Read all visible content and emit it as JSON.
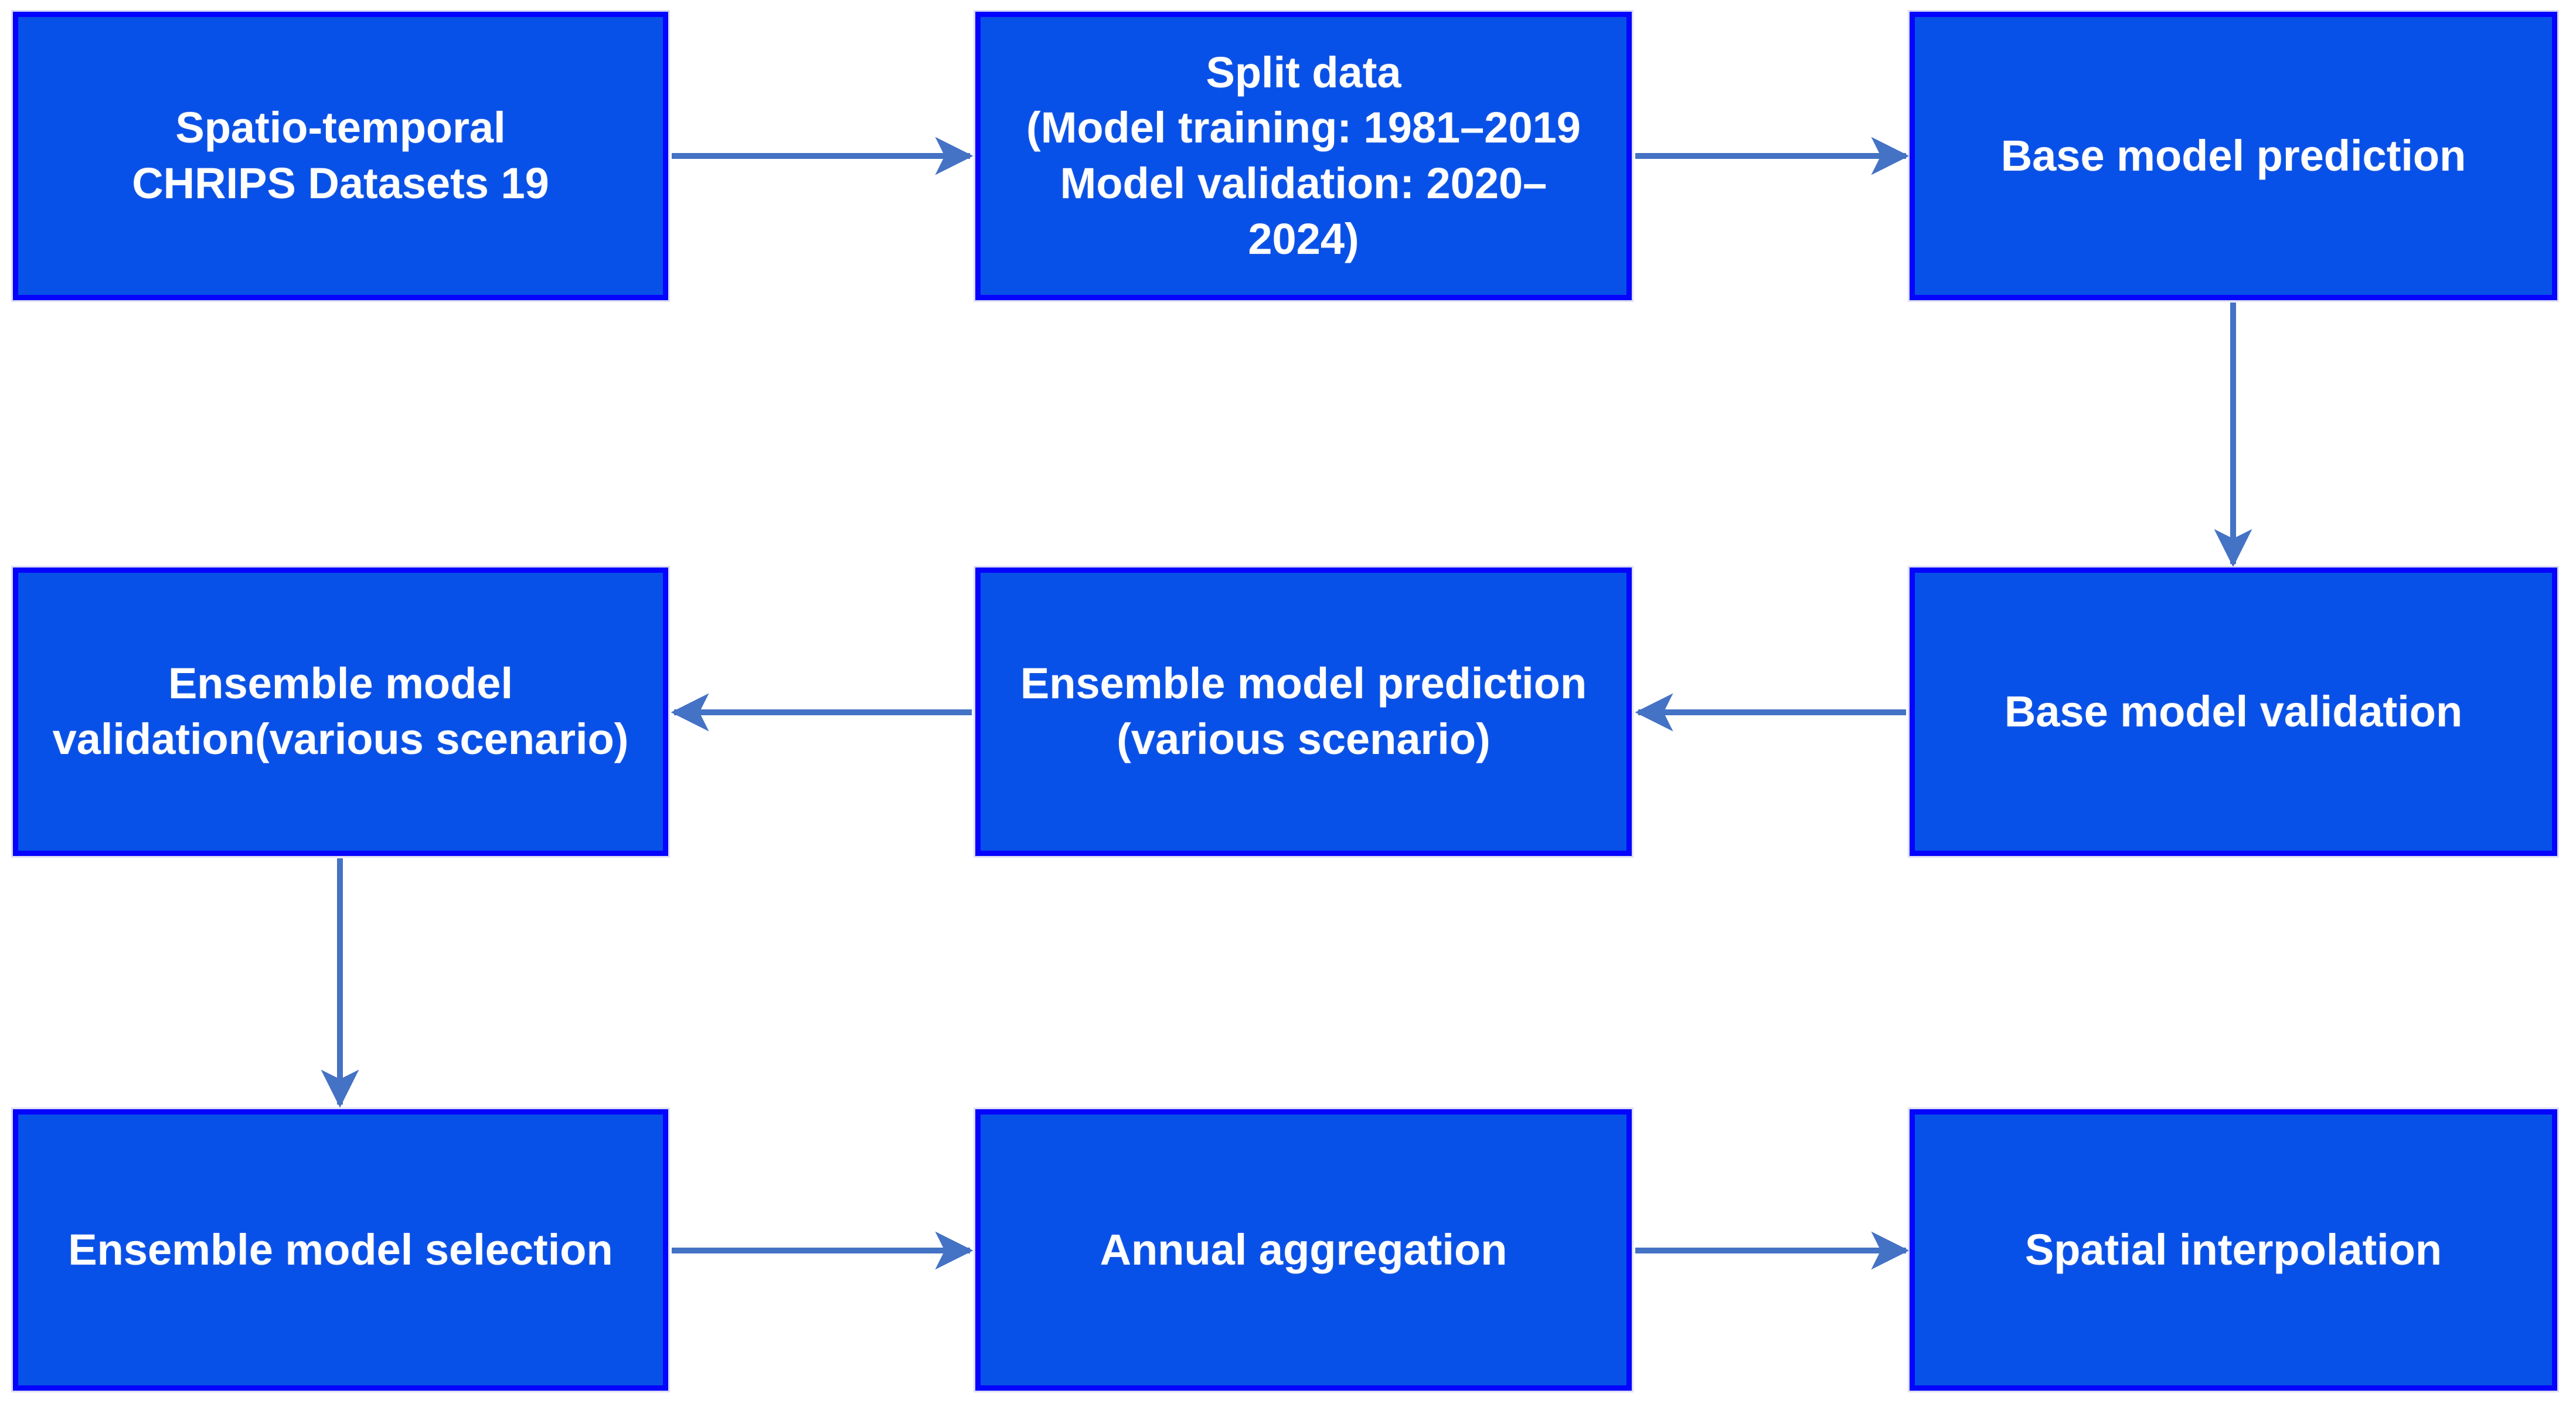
{
  "diagram": {
    "background_color": "#ffffff",
    "box_fill_color": "#0750E8",
    "box_border_color": "#0404FF",
    "arrow_color": "#4472C4",
    "text_color": "#ffffff",
    "nodes": [
      {
        "id": "chrips-datasets",
        "label": "Spatio-temporal\nCHRIPS Datasets 19"
      },
      {
        "id": "split-data",
        "label": "Split data\n(Model training: 1981–2019\nModel validation: 2020–\n2024)"
      },
      {
        "id": "base-model-prediction",
        "label": "Base model prediction"
      },
      {
        "id": "ensemble-model-validation",
        "label": "Ensemble model\nvalidation(various scenario)"
      },
      {
        "id": "ensemble-model-prediction",
        "label": "Ensemble model prediction\n(various scenario)"
      },
      {
        "id": "base-model-validation",
        "label": "Base model validation"
      },
      {
        "id": "ensemble-model-selection",
        "label": "Ensemble model selection"
      },
      {
        "id": "annual-aggregation",
        "label": "Annual aggregation"
      },
      {
        "id": "spatial-interpolation",
        "label": "Spatial interpolation"
      }
    ],
    "edges": [
      {
        "from": "chrips-datasets",
        "to": "split-data",
        "direction": "right"
      },
      {
        "from": "split-data",
        "to": "base-model-prediction",
        "direction": "right"
      },
      {
        "from": "base-model-prediction",
        "to": "base-model-validation",
        "direction": "down"
      },
      {
        "from": "base-model-validation",
        "to": "ensemble-model-prediction",
        "direction": "left"
      },
      {
        "from": "ensemble-model-prediction",
        "to": "ensemble-model-validation",
        "direction": "left"
      },
      {
        "from": "ensemble-model-validation",
        "to": "ensemble-model-selection",
        "direction": "down"
      },
      {
        "from": "ensemble-model-selection",
        "to": "annual-aggregation",
        "direction": "right"
      },
      {
        "from": "annual-aggregation",
        "to": "spatial-interpolation",
        "direction": "right"
      }
    ]
  }
}
